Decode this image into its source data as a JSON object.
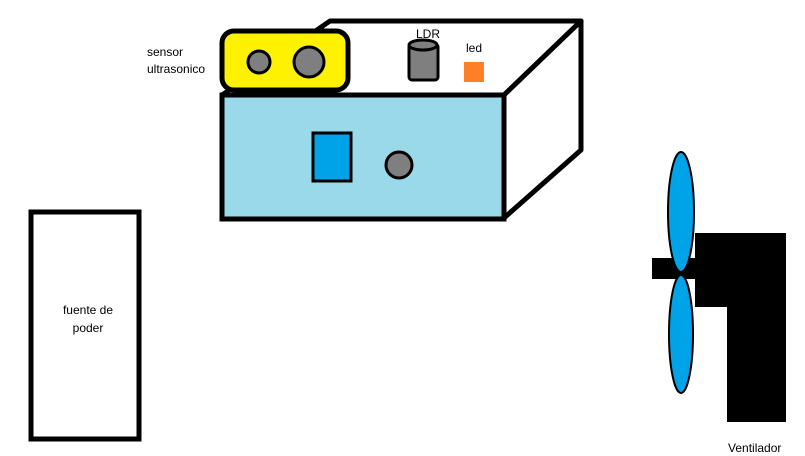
{
  "labels": {
    "sensor_line1": "sensor",
    "sensor_line2": "ultrasonico",
    "ldr": "LDR",
    "led": "led",
    "power_line1": "fuente de",
    "power_line2": "poder",
    "fan": "Ventilador"
  },
  "colors": {
    "background": "#ffffff",
    "outline": "#000000",
    "box_front": "#99d9ea",
    "sensor_body": "#fff200",
    "sensor_eye": "#7f7f7f",
    "knob": "#7f7f7f",
    "switch": "#00a2e8",
    "led": "#ff7f27",
    "ldr": "#7f7f7f",
    "fan_blade": "#00a2e8",
    "fan_motor": "#000000",
    "power_supply_fill": "#ffffff"
  },
  "icons": {
    "sensor_eyes": "circle",
    "knob": "circle",
    "switch": "square",
    "led": "square",
    "ldr": "cylinder",
    "fan_blades": "ellipse"
  }
}
